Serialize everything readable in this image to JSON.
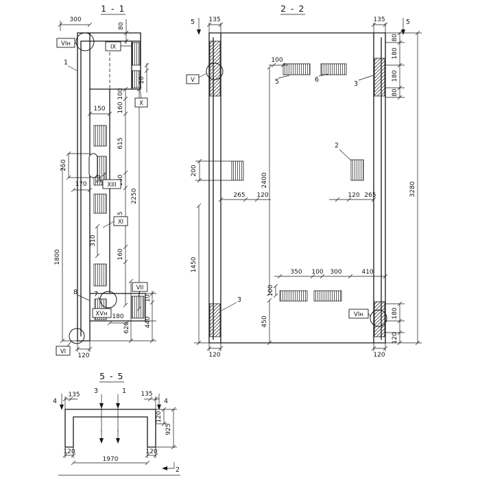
{
  "s1": {
    "title": "1 - 1",
    "d300": "300",
    "d80": "80",
    "d10top": "10",
    "d150": "150",
    "chain": [
      "100",
      "160",
      "615",
      "160",
      "615",
      "160"
    ],
    "d250": "250",
    "d170": "170",
    "d50": "50",
    "d310": "310",
    "d1800": "1800",
    "d2250": "2250",
    "d620": "620",
    "d10bot": "10",
    "d440": "440",
    "d180": "180",
    "d120": "120",
    "marks": {
      "vin": "VIн",
      "ix": "IX",
      "x": "X",
      "xiii": "XIII",
      "xi": "XI",
      "vii": "VII",
      "xvn": "XVн",
      "vi": "VI"
    },
    "items": {
      "n1": "1",
      "n7": "7",
      "n8": "8"
    }
  },
  "s2": {
    "title": "2 - 2",
    "cut5": "5",
    "d135l": "135",
    "d135r": "135",
    "rtop": [
      "80",
      "180",
      "180",
      "80"
    ],
    "d3280": "3280",
    "d200": "200",
    "d2400": "2400",
    "d100top": "100",
    "d265l": "265",
    "d120l": "120",
    "d120r": "120",
    "d265r": "265",
    "d1450": "1450",
    "lowchain": [
      "350",
      "100",
      "300",
      "410"
    ],
    "d100low": "100",
    "d450": "450",
    "rbot": [
      "180",
      "120"
    ],
    "d120bl": "120",
    "d120br": "120",
    "marks": {
      "v": "V",
      "vin": "VIн"
    },
    "items": {
      "n5": "5",
      "n6": "6",
      "n3top": "3",
      "n2": "2",
      "n3bot": "3"
    }
  },
  "s5": {
    "title": "5 - 5",
    "cut4l": "4",
    "cut4r": "4",
    "cut3": "3",
    "cut1": "1",
    "cut2": "2",
    "d135l": "135",
    "d135r": "135",
    "d120leg": "120",
    "d925": "925",
    "d120bl": "120",
    "d1970": "1970",
    "d120br": "120"
  }
}
